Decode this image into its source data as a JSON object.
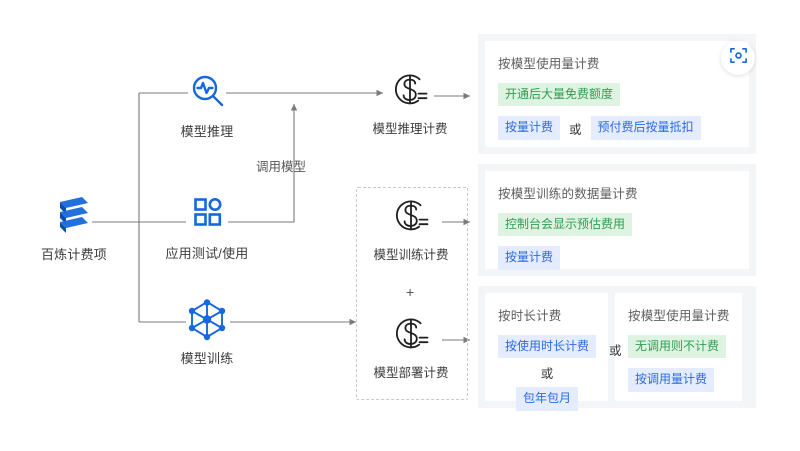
{
  "diagram": {
    "source_node": {
      "label": "百炼计费项",
      "icon": "layers-logo-icon"
    },
    "activity_nodes": [
      {
        "label": "模型推理",
        "icon": "magnifier-pulse-icon"
      },
      {
        "label": "应用测试/使用",
        "icon": "grid-apps-icon"
      },
      {
        "label": "模型训练",
        "icon": "cube-network-icon"
      }
    ],
    "edge_labels": [
      "调用模型"
    ],
    "billing_nodes": [
      {
        "label": "模型推理计费",
        "icon": "dollar-coin-icon"
      },
      {
        "label": "模型训练计费",
        "icon": "dollar-coin-icon"
      },
      {
        "label": "模型部署计费",
        "icon": "dollar-coin-icon"
      }
    ],
    "group_plus": "+"
  },
  "panels": [
    {
      "id": "inference-billing-panel",
      "cards": [
        {
          "title": "按模型使用量计费",
          "green_tags": [
            "开通后大量免费额度"
          ],
          "blue_tags": [
            "按量计费",
            "预付费后按量抵扣"
          ],
          "connector": "或"
        }
      ]
    },
    {
      "id": "training-billing-panel",
      "cards": [
        {
          "title": "按模型训练的数据量计费",
          "green_tags": [
            "控制台会显示预估费用"
          ],
          "blue_tags": [
            "按量计费"
          ],
          "connector": ""
        }
      ]
    },
    {
      "id": "deployment-billing-panel",
      "between_cards_connector": "或",
      "cards": [
        {
          "title": "按时长计费",
          "green_tags": [],
          "blue_tags": [
            "按使用时长计费",
            "包年包月"
          ],
          "connector": "或"
        },
        {
          "title": "按模型使用量计费",
          "green_tags": [
            "无调用则不计费"
          ],
          "blue_tags": [
            "按调用量计费"
          ],
          "connector": ""
        }
      ]
    }
  ],
  "badge": {
    "icon": "scan-focus-icon"
  },
  "colors": {
    "brand_blue": "#1668dc",
    "tag_blue_bg": "#e5ecfd",
    "tag_blue_text": "#2a6ae8",
    "tag_green_bg": "#dff3e3",
    "tag_green_text": "#2f9e52",
    "panel_bg": "#f4f5f7",
    "card_bg": "#ffffff",
    "line": "#8a8a8a",
    "text": "#3c3c3c"
  }
}
